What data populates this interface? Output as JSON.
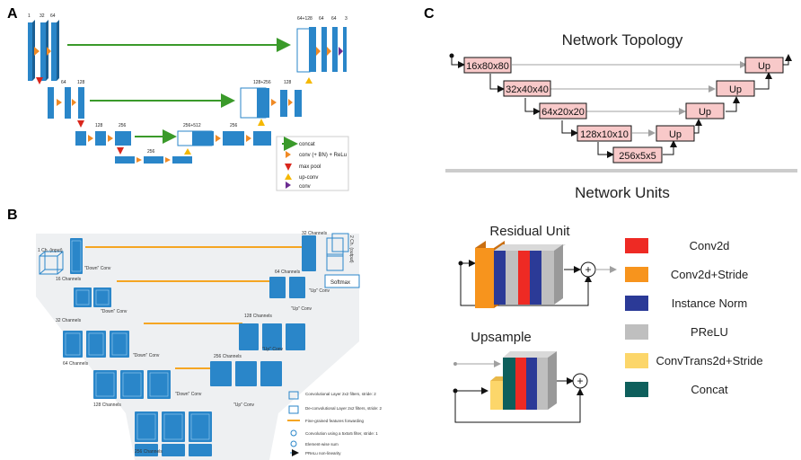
{
  "panels": {
    "a": {
      "letter": "A",
      "top_labels": [
        "1",
        "32",
        "64"
      ],
      "right_top_labels": [
        "64+128",
        "64",
        "64",
        "3"
      ],
      "level2_labels": [
        "64",
        "128"
      ],
      "level2_right_labels": [
        "128+256",
        "128"
      ],
      "level3_labels": [
        "128",
        "256"
      ],
      "level3_right_labels": [
        "256+512",
        "256"
      ],
      "bottom_label": "256",
      "legend": [
        {
          "label": "concat",
          "color": "#3a9a2a",
          "icon": "green-arrow"
        },
        {
          "label": "conv (+ BN) + ReLu",
          "color": "#f08a24",
          "icon": "orange-triangle"
        },
        {
          "label": "max pool",
          "color": "#d9261c",
          "icon": "red-down-arrow"
        },
        {
          "label": "up-conv",
          "color": "#f5b800",
          "icon": "yellow-up-arrow"
        },
        {
          "label": "conv",
          "color": "#6a2c91",
          "icon": "purple-triangle"
        }
      ]
    },
    "b": {
      "letter": "B",
      "channel_labels": [
        "1 Ch. (input)",
        "16 Channels",
        "32 Channels",
        "64 Channels",
        "128 Channels",
        "256 Channels"
      ],
      "right_channel_labels": [
        "32 Channels",
        "64 Channels",
        "128 Channels",
        "256 Channels"
      ],
      "down_conv": "\"Down\" Conv",
      "up_conv": "\"Up\" Conv",
      "softmax": "Softmax",
      "output_label": "2 Ch. (output)",
      "legend": [
        {
          "label": "Convolutional Layer 2x2 filters, stride: 2",
          "icon": "conv-layer-icon"
        },
        {
          "label": "De-convolutional Layer 2x2 filters, stride: 2",
          "icon": "deconv-layer-icon"
        },
        {
          "label": "Fine-grained features forwarding",
          "icon": "orange-line-icon"
        },
        {
          "label": "Convolution using a 5x5x5 filter, stride: 1",
          "icon": "plus-circle-icon"
        },
        {
          "label": "Element-wise sum",
          "icon": "sum-circle-icon"
        },
        {
          "label": "PReLu non-linearity",
          "icon": "arrow-icon"
        }
      ]
    },
    "c": {
      "letter": "C",
      "topology_title": "Network Topology",
      "topology_nodes": [
        "16x80x80",
        "32x40x40",
        "64x20x20",
        "128x10x10",
        "256x5x5"
      ],
      "up_label": "Up",
      "units_title": "Network Units",
      "residual_title": "Residual Unit",
      "upsample_title": "Upsample",
      "legend": [
        {
          "label": "Conv2d",
          "color": "#ee2a24"
        },
        {
          "label": "Conv2d+Stride",
          "color": "#f7941d"
        },
        {
          "label": "Instance Norm",
          "color": "#2b3a97"
        },
        {
          "label": "PReLU",
          "color": "#bfbfbf"
        },
        {
          "label": "ConvTrans2d+Stride",
          "color": "#fcd66a"
        },
        {
          "label": "Concat",
          "color": "#0e5f5c"
        }
      ]
    }
  }
}
